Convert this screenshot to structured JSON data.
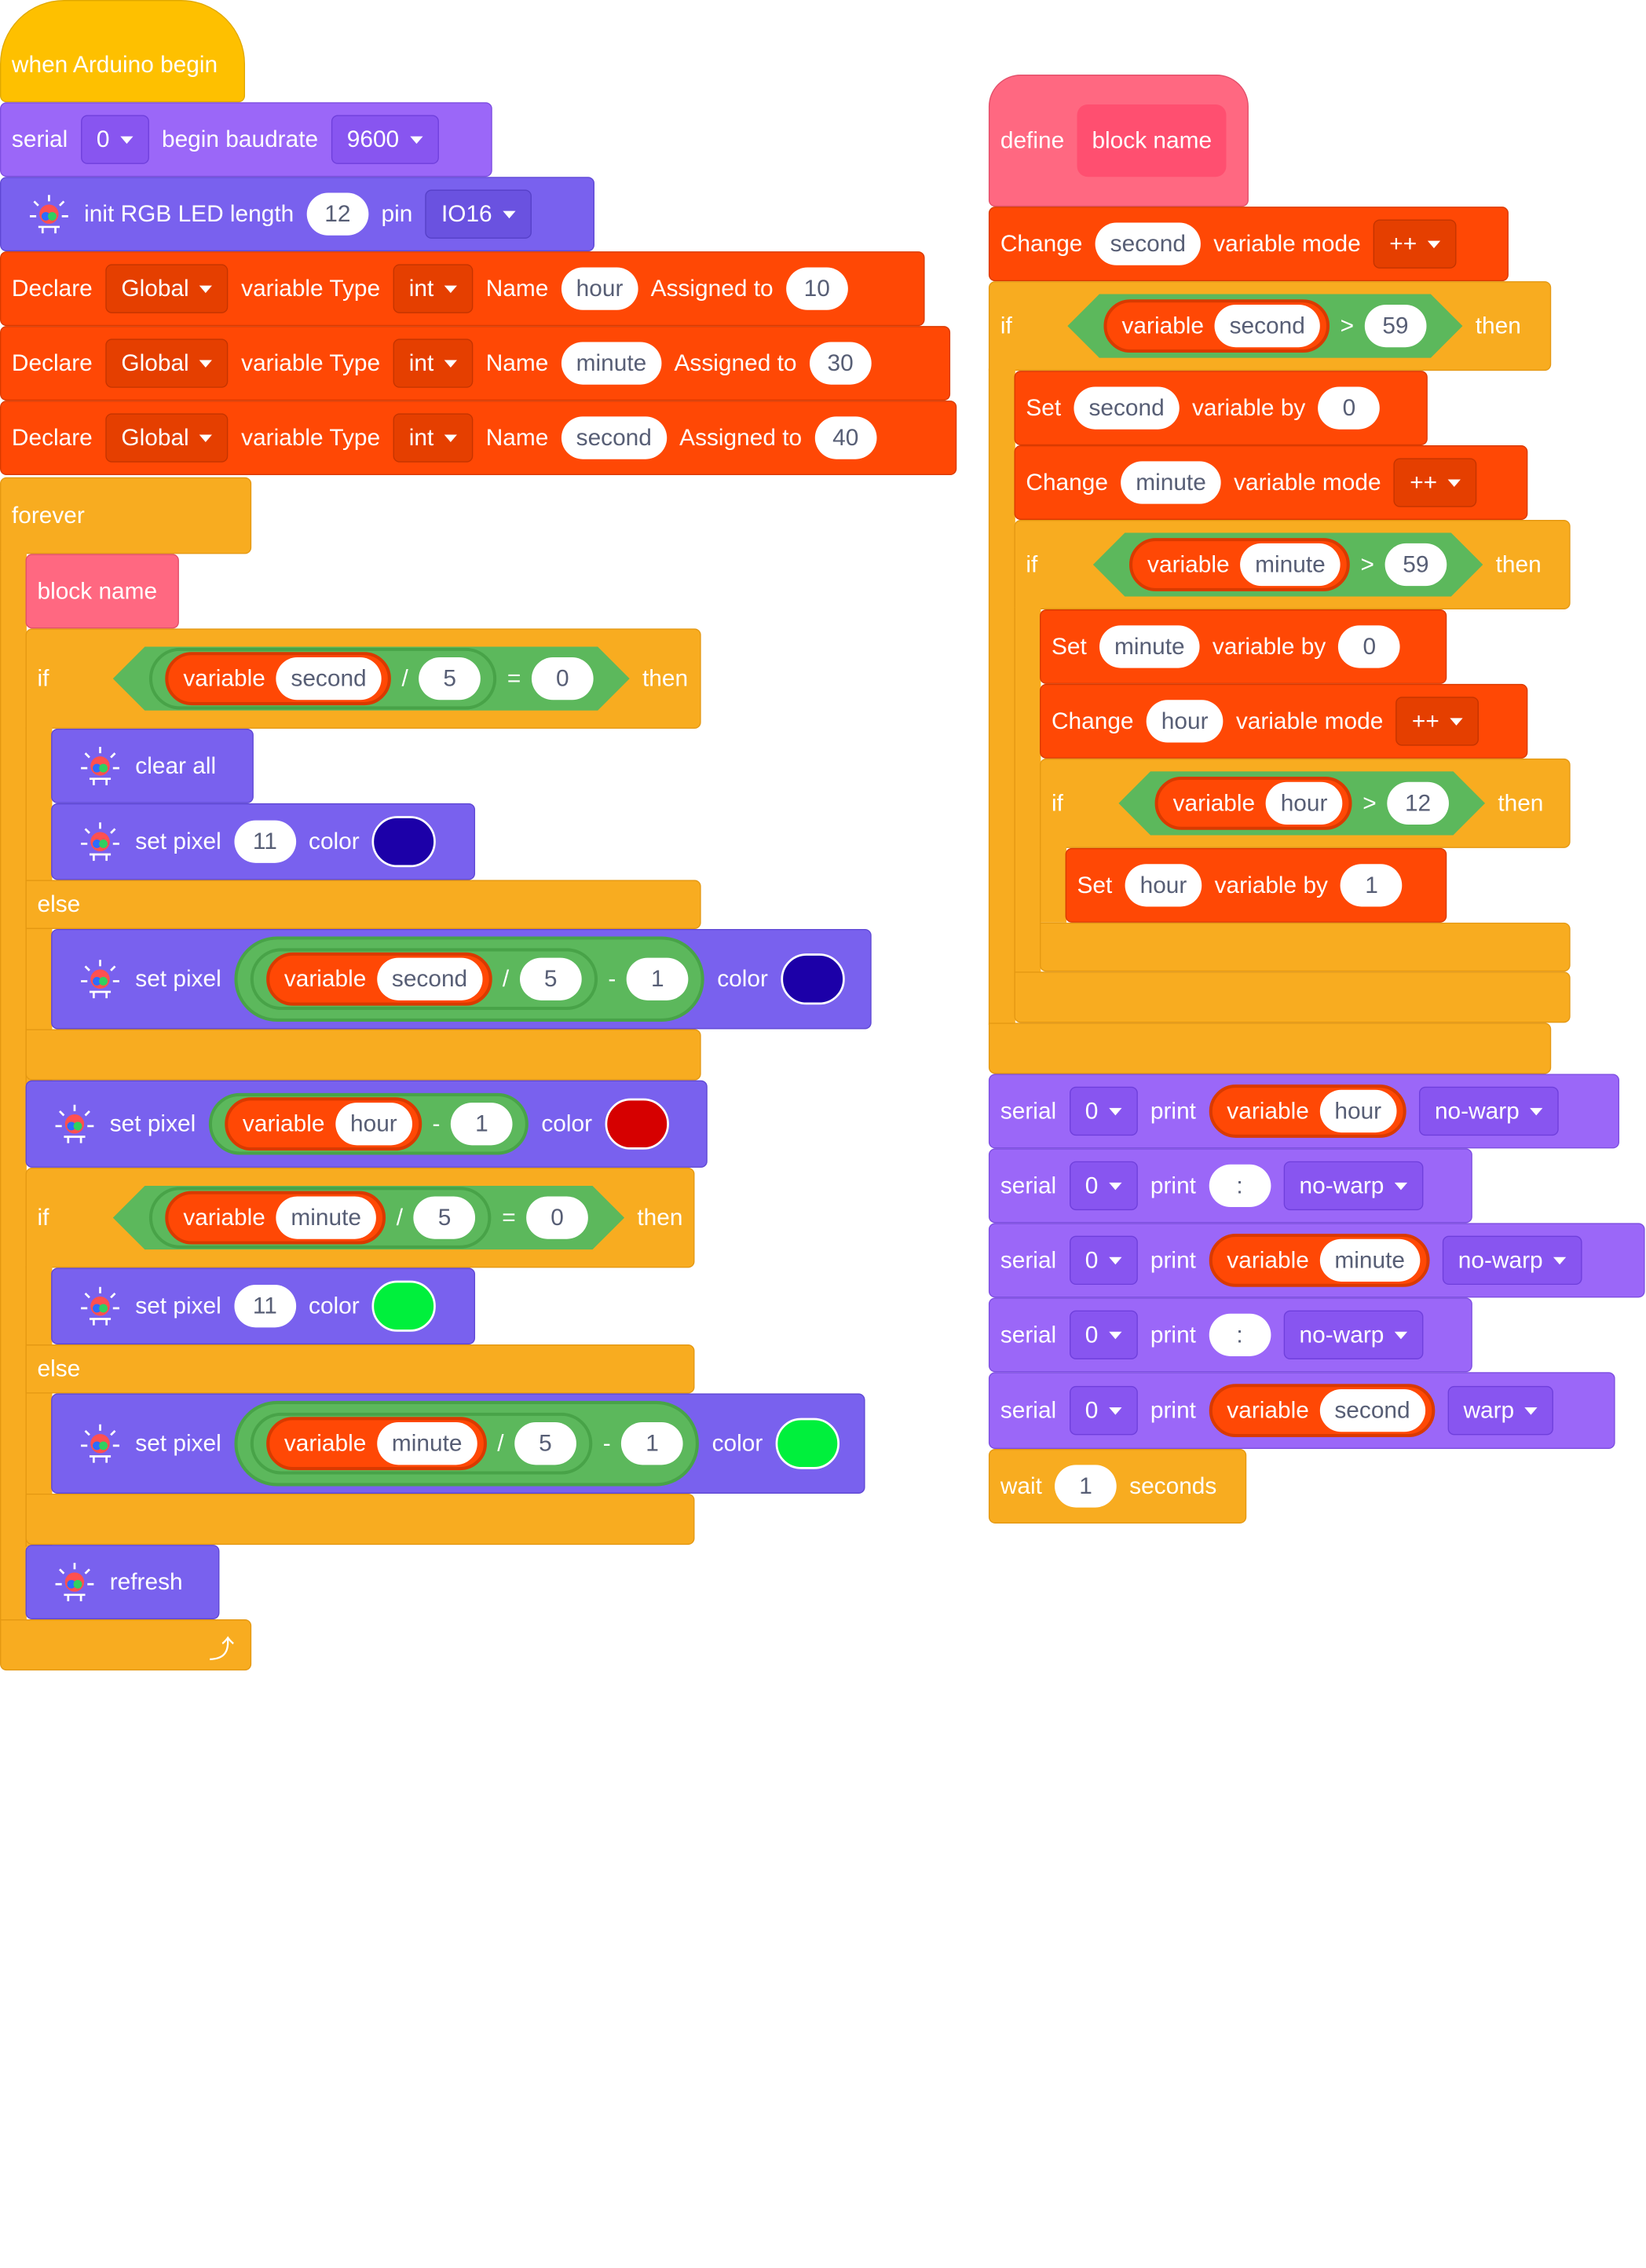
{
  "colors": {
    "control": "#f8ac20",
    "event": "#fec000",
    "serial": "#9b67f8",
    "led": "#7961ee",
    "variable": "#ff4805",
    "function": "#ff6881",
    "operator": "#5cb85c",
    "pixel_blue": "#1c00a8",
    "pixel_red": "#d60000",
    "pixel_green": "#00f03c"
  },
  "icons": {
    "led": "rgb-led-icon",
    "loop_return": "loop-arrow-icon",
    "dropdown": "caret-down-icon"
  },
  "main": {
    "hat": "when Arduino begin",
    "serial_begin": {
      "serial": "serial",
      "port": "0",
      "begin": "begin baudrate",
      "baud": "9600"
    },
    "init_led": {
      "label": "init RGB LED length",
      "length": "12",
      "pin_label": "pin",
      "pin": "IO16"
    },
    "declares": [
      {
        "declare": "Declare",
        "scope": "Global",
        "type_label": "variable Type",
        "type": "int",
        "name_label": "Name",
        "name": "hour",
        "assign_label": "Assigned to",
        "value": "10"
      },
      {
        "declare": "Declare",
        "scope": "Global",
        "type_label": "variable Type",
        "type": "int",
        "name_label": "Name",
        "name": "minute",
        "assign_label": "Assigned to",
        "value": "30"
      },
      {
        "declare": "Declare",
        "scope": "Global",
        "type_label": "variable Type",
        "type": "int",
        "name_label": "Name",
        "name": "second",
        "assign_label": "Assigned to",
        "value": "40"
      }
    ],
    "forever": "forever",
    "call_block": "block name",
    "if1": {
      "if": "if",
      "variable": "variable",
      "name": "second",
      "div": "/",
      "divisor": "5",
      "eq": "=",
      "value": "0",
      "then": "then"
    },
    "clear_all": "clear all",
    "set_pixel_a": {
      "label": "set pixel",
      "index": "11",
      "color_label": "color"
    },
    "else1": "else",
    "set_pixel_b": {
      "label": "set pixel",
      "variable": "variable",
      "name": "second",
      "div": "/",
      "divisor": "5",
      "minus": "-",
      "sub": "1",
      "color_label": "color"
    },
    "set_pixel_hour": {
      "label": "set pixel",
      "variable": "variable",
      "name": "hour",
      "minus": "-",
      "sub": "1",
      "color_label": "color"
    },
    "if2": {
      "if": "if",
      "variable": "variable",
      "name": "minute",
      "div": "/",
      "divisor": "5",
      "eq": "=",
      "value": "0",
      "then": "then"
    },
    "set_pixel_c": {
      "label": "set pixel",
      "index": "11",
      "color_label": "color"
    },
    "else2": "else",
    "set_pixel_d": {
      "label": "set pixel",
      "variable": "variable",
      "name": "minute",
      "div": "/",
      "divisor": "5",
      "minus": "-",
      "sub": "1",
      "color_label": "color"
    },
    "refresh": "refresh"
  },
  "define": {
    "define": "define",
    "name": "block name",
    "change_second": {
      "change": "Change",
      "name": "second",
      "mode_label": "variable mode",
      "mode": "++"
    },
    "if_second": {
      "if": "if",
      "variable": "variable",
      "name": "second",
      "op": ">",
      "value": "59",
      "then": "then"
    },
    "set_second": {
      "set": "Set",
      "name": "second",
      "by": "variable by",
      "value": "0"
    },
    "change_minute": {
      "change": "Change",
      "name": "minute",
      "mode_label": "variable mode",
      "mode": "++"
    },
    "if_minute": {
      "if": "if",
      "variable": "variable",
      "name": "minute",
      "op": ">",
      "value": "59",
      "then": "then"
    },
    "set_minute": {
      "set": "Set",
      "name": "minute",
      "by": "variable by",
      "value": "0"
    },
    "change_hour": {
      "change": "Change",
      "name": "hour",
      "mode_label": "variable mode",
      "mode": "++"
    },
    "if_hour": {
      "if": "if",
      "variable": "variable",
      "name": "hour",
      "op": ">",
      "value": "12",
      "then": "then"
    },
    "set_hour": {
      "set": "Set",
      "name": "hour",
      "by": "variable by",
      "value": "1"
    },
    "prints": [
      {
        "serial": "serial",
        "port": "0",
        "print": "print",
        "variable": "variable",
        "name": "hour",
        "text": "",
        "mode": "no-warp"
      },
      {
        "serial": "serial",
        "port": "0",
        "print": "print",
        "variable": "",
        "name": "",
        "text": ":",
        "mode": "no-warp"
      },
      {
        "serial": "serial",
        "port": "0",
        "print": "print",
        "variable": "variable",
        "name": "minute",
        "text": "",
        "mode": "no-warp"
      },
      {
        "serial": "serial",
        "port": "0",
        "print": "print",
        "variable": "",
        "name": "",
        "text": ":",
        "mode": "no-warp"
      },
      {
        "serial": "serial",
        "port": "0",
        "print": "print",
        "variable": "variable",
        "name": "second",
        "text": "",
        "mode": "warp"
      }
    ],
    "wait": {
      "wait": "wait",
      "value": "1",
      "unit": "seconds"
    }
  }
}
